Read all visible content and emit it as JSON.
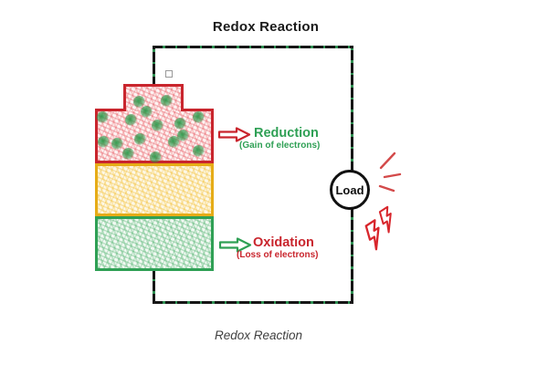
{
  "title": "Redox Reaction",
  "caption": "Redox Reaction",
  "battery": {
    "cathode": {
      "label": "Reduction",
      "sublabel": "(Gain of electrons)"
    },
    "anode": {
      "label": "Oxidation",
      "sublabel": "(Loss of electrons)"
    }
  },
  "load": {
    "label": "Load"
  },
  "colors": {
    "red": "#c9252d",
    "green": "#2fa055",
    "yellow": "#e6ac17",
    "wire": "#161616",
    "wire_speckle": "#2f8f52",
    "ray": "#d34a4a",
    "bolt": "#d8262c",
    "title_text": "#1a1a1a",
    "caption_text": "#3f3f3f"
  }
}
